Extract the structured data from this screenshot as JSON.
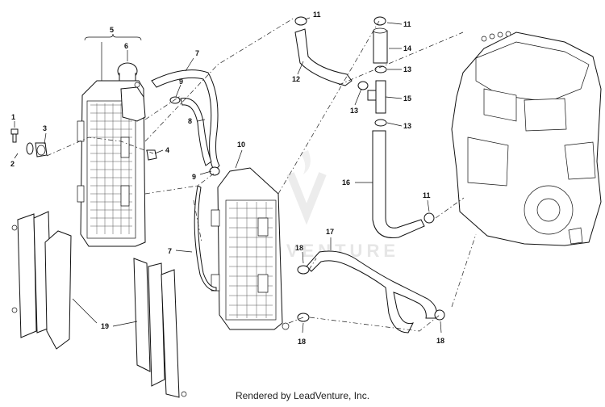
{
  "callouts": [
    {
      "id": "c1",
      "text": "1"
    },
    {
      "id": "c2",
      "text": "2"
    },
    {
      "id": "c3",
      "text": "3"
    },
    {
      "id": "c4",
      "text": "4"
    },
    {
      "id": "c5",
      "text": "5"
    },
    {
      "id": "c6",
      "text": "6"
    },
    {
      "id": "c7a",
      "text": "7"
    },
    {
      "id": "c7b",
      "text": "7"
    },
    {
      "id": "c8",
      "text": "8"
    },
    {
      "id": "c9a",
      "text": "9"
    },
    {
      "id": "c9b",
      "text": "9"
    },
    {
      "id": "c10",
      "text": "10"
    },
    {
      "id": "c11a",
      "text": "11"
    },
    {
      "id": "c11b",
      "text": "11"
    },
    {
      "id": "c11c",
      "text": "11"
    },
    {
      "id": "c12",
      "text": "12"
    },
    {
      "id": "c13a",
      "text": "13"
    },
    {
      "id": "c13b",
      "text": "13"
    },
    {
      "id": "c13c",
      "text": "13"
    },
    {
      "id": "c14",
      "text": "14"
    },
    {
      "id": "c15",
      "text": "15"
    },
    {
      "id": "c16",
      "text": "16"
    },
    {
      "id": "c17",
      "text": "17"
    },
    {
      "id": "c18a",
      "text": "18"
    },
    {
      "id": "c18b",
      "text": "18"
    },
    {
      "id": "c18c",
      "text": "18"
    },
    {
      "id": "c19",
      "text": "19"
    }
  ],
  "watermark": "LEADVENTURE",
  "footer": "Rendered by LeadVenture, Inc."
}
